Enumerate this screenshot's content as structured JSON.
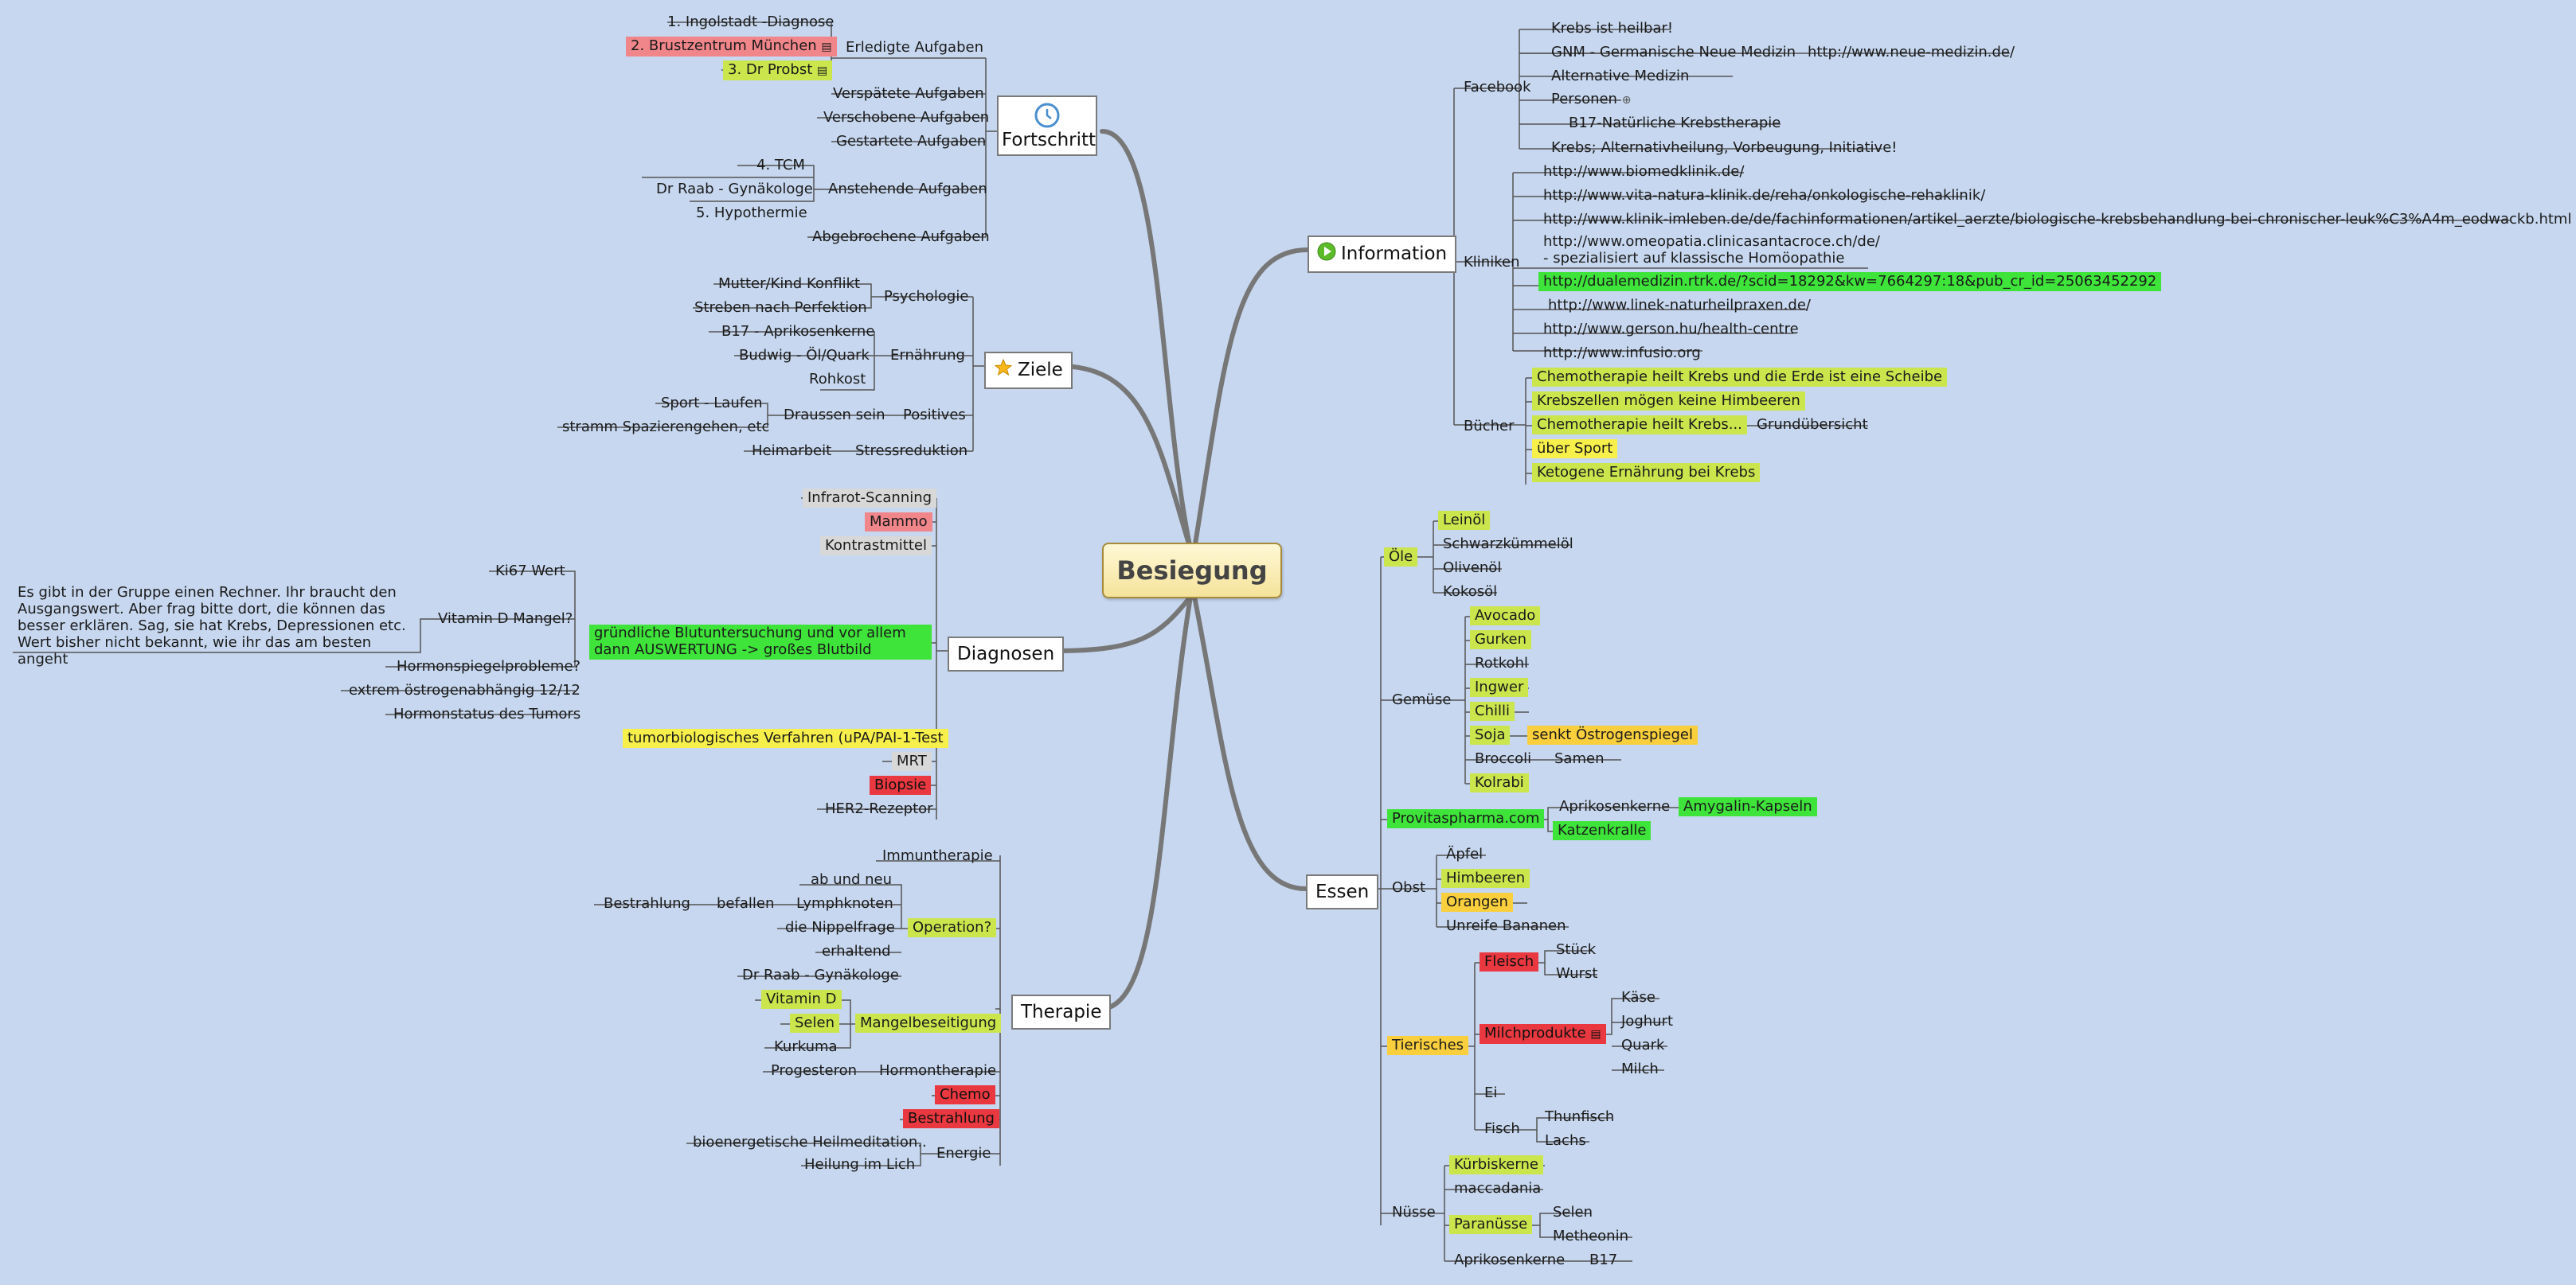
{
  "root": "Besiegung",
  "branches": {
    "fortschritt": "Fortschritt",
    "ziele": "Ziele",
    "diagnosen": "Diagnosen",
    "therapie": "Therapie",
    "information": "Information",
    "essen": "Essen"
  },
  "fortschritt": {
    "erledigte": "Erledigte Aufgaben",
    "ingolstadt": "1. Ingolstadt -Diagnose",
    "brustzentrum": "2. Brustzentrum München",
    "probst": "3. Dr Probst",
    "verspaetete": "Verspätete Aufgaben",
    "verschobene": "Verschobene Aufgaben",
    "gestartete": "Gestartete Aufgaben",
    "anstehende": "Anstehende Aufgaben",
    "tcm": "4. TCM",
    "raab": "Dr Raab - Gynäkologe",
    "hypo": "5. Hypothermie",
    "abgebrochene": "Abgebrochene Aufgaben"
  },
  "ziele": {
    "psychologie": "Psychologie",
    "mutter": "Mutter/Kind Konflikt",
    "streben": "Streben nach Perfektion",
    "ernaehrung": "Ernährung",
    "b17": "B17 - Aprikosenkerne",
    "budwig": "Budwig - Öl/Quark",
    "rohkost": "Rohkost",
    "positives": "Positives",
    "draussen": "Draussen sein",
    "sport": "Sport - Laufen",
    "stramm": "stramm Spazierengehen, etc",
    "stress": "Stressreduktion",
    "heimarbeit": "Heimarbeit"
  },
  "diagnosen": {
    "infrarot": "Infrarot-Scanning",
    "mammo": "Mammo",
    "kontrast": "Kontrastmittel",
    "blut": "gründliche Blutuntersuchung und vor allem dann AUSWERTUNG -> großes Blutbild",
    "ki67": "Ki67 Wert",
    "vitd": "Vitamin D Mangel?",
    "rechner": "Es gibt in der Gruppe einen Rechner. Ihr braucht den Ausgangswert. Aber frag bitte dort, die können das besser erklären. Sag, sie hat Krebs, Depressionen etc. Wert bisher nicht bekannt, wie ihr das am besten angeht",
    "hormonspiegel": "Hormonspiegelprobleme?",
    "oestrogen": "extrem östrogenabhängig 12/12",
    "hormonstatus": "Hormonstatus des Tumors",
    "tumorbio": "tumorbiologisches Verfahren (uPA/PAI-1-Test",
    "mrt": "MRT",
    "biopsie": "Biopsie",
    "her2": "HER2-Rezeptor"
  },
  "therapie": {
    "immun": "Immuntherapie",
    "operation": "Operation?",
    "abundneu": "ab und neu",
    "lymph": "Lymphknoten",
    "befallen": "befallen",
    "bestrahlung_l": "Bestrahlung",
    "nippel": "die Nippelfrage",
    "erhaltend": "erhaltend",
    "raab": "Dr Raab - Gynäkologe",
    "mangel": "Mangelbeseitigung",
    "vitd": "Vitamin D",
    "selen": "Selen",
    "kurkuma": "Kurkuma",
    "hormon": "Hormontherapie",
    "progesteron": "Progesteron",
    "chemo": "Chemo",
    "bestrahlung": "Bestrahlung",
    "energie": "Energie",
    "bioenergetisch": "bioenergetische Heilmeditation..",
    "heilung": "Heilung im Lich"
  },
  "information": {
    "facebook": "Facebook",
    "krebs_heilbar": "Krebs ist heilbar!",
    "gnm": "GNM - Germanische Neue Medizin",
    "gnm_url": "http://www.neue-medizin.de/",
    "alternative": "Alternative Medizin",
    "personen": "Personen",
    "b17": "B17-Natürliche Krebstherapie",
    "krebs_alt": "Krebs; Alternativheilung, Vorbeugung, Initiative!",
    "kliniken": "Kliniken",
    "k1": "http://www.biomedklinik.de/",
    "k2": "http://www.vita-natura-klinik.de/reha/onkologische-rehaklinik/",
    "k3": "http://www.klinik-imleben.de/de/fachinformationen/artikel_aerzte/biologische-krebsbehandlung-bei-chronischer-leuk%C3%A4m_eodwackb.html",
    "k4": "http://www.omeopatia.clinicasantacroce.ch/de/ - spezialisiert auf klassische Homöopathie",
    "k5": "http://dualemedizin.rtrk.de/?scid=18292&kw=7664297:18&pub_cr_id=25063452292",
    "k6": "http://www.linek-naturheilpraxen.de/",
    "k7": "http://www.gerson.hu/health-centre",
    "k8": "http://www.infusio.org",
    "buecher": "Bücher",
    "b_1": "Chemotherapie heilt Krebs und die Erde ist eine Scheibe",
    "b_2": "Krebszellen mögen keine Himbeeren",
    "b_3": "Chemotherapie heilt Krebs...",
    "b_3b": "Grundübersicht",
    "b_4": "über Sport",
    "b_5": "Ketogene Ernährung bei Krebs"
  },
  "essen": {
    "oele": "Öle",
    "leinoel": "Leinöl",
    "schwarz": "Schwarzkümmelöl",
    "olive": "Olivenöl",
    "koko": "Kokosöl",
    "gemuese": "Gemüse",
    "avocado": "Avocado",
    "gurken": "Gurken",
    "rotkohl": "Rotkohl",
    "ingwer": "Ingwer",
    "chilli": "Chilli",
    "soja": "Soja",
    "senkt": "senkt Östrogenspiegel",
    "broccoli": "Broccoli",
    "samen": "Samen",
    "kolrabi": "Kolrabi",
    "provitas": "Provitaspharma.com",
    "aprikosen": "Aprikosenkerne",
    "amygalin": "Amygalin-Kapseln",
    "katzen": "Katzenkralle",
    "obst": "Obst",
    "aepfel": "Äpfel",
    "himbeeren": "Himbeeren",
    "orangen": "Orangen",
    "unreife": "Unreife Bananen",
    "tierisches": "Tierisches",
    "fleisch": "Fleisch",
    "stueck": "Stück",
    "wurst": "Wurst",
    "milch": "Milchprodukte",
    "kaese": "Käse",
    "joghurt": "Joghurt",
    "quark": "Quark",
    "milch2": "Milch",
    "ei": "Ei",
    "fisch": "Fisch",
    "thunfisch": "Thunfisch",
    "lachs": "Lachs",
    "nuesse": "Nüsse",
    "kuerbis": "Kürbiskerne",
    "maccadania": "maccadania",
    "paranuesse": "Paranüsse",
    "selen": "Selen",
    "metheonin": "Metheonin",
    "aprikosen2": "Aprikosenkerne",
    "b17": "B17"
  },
  "colors": {
    "background": "#c6d7ef",
    "line": "#6c6c6c",
    "red": "#e9383f",
    "yellow": "#f7f04a",
    "lime": "#cbe54d",
    "green": "#3ee43a",
    "orange": "#f9cf3d"
  },
  "icons": {
    "fortschritt": "clock-icon",
    "ziele": "star-icon",
    "information": "play-icon",
    "personen": "plus-circle-icon",
    "brustzentrum": "note-icon",
    "probst": "note-icon",
    "milchprodukte": "note-icon"
  }
}
